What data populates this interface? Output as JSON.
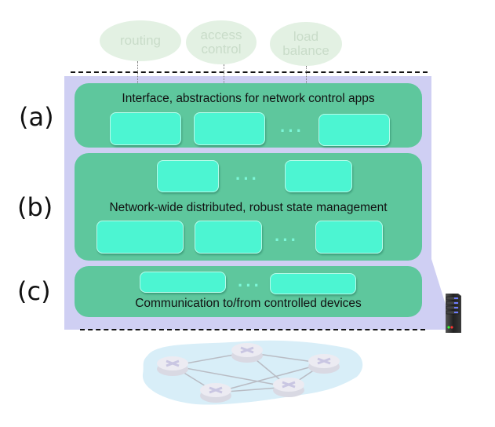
{
  "apps": [
    {
      "label": "routing"
    },
    {
      "label": "access\ncontrol"
    },
    {
      "label": "load\nbalance"
    }
  ],
  "labels": {
    "a": "(a)",
    "b": "(b)",
    "c": "(c)"
  },
  "layers": {
    "a": {
      "text": "Interface, abstractions for network control apps",
      "ellipsis": "···"
    },
    "b": {
      "text": "Network-wide distributed, robust  state management",
      "ellipsis_top": "···",
      "ellipsis_bottom": "···"
    },
    "c": {
      "text": "Communication to/from controlled devices",
      "ellipsis": "···"
    }
  },
  "colors": {
    "panel": "#cfcff3",
    "layer": "#5ec79d",
    "tile": "#4cf5d2",
    "cloud": "#d8eef8",
    "router": "#e6e6ee"
  },
  "icons": {
    "server": "server-icon",
    "router": "router-icon"
  }
}
